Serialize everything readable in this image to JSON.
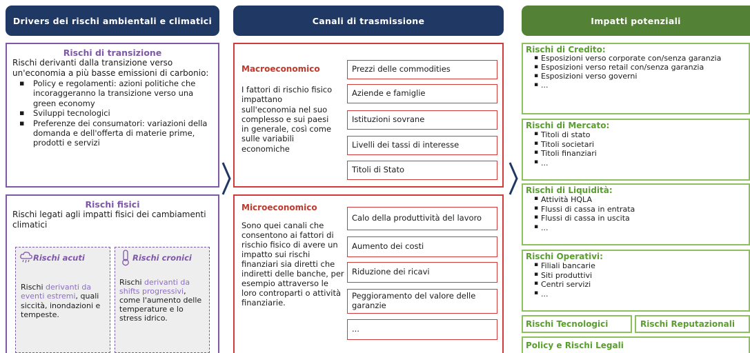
{
  "headers": {
    "drivers": "Drivers dei rischi ambientali e climatici",
    "canali": "Canali di trasmissione",
    "impatti": "Impatti potenziali"
  },
  "transizione": {
    "title": "Rischi di transizione",
    "desc": "Rischi derivanti dalla transizione verso un'economia a più basse emissioni di carbonio:",
    "items": [
      "Policy e regolamenti: azioni politiche che incoraggeranno la transizione verso una green economy",
      "Sviluppi tecnologici",
      "Preferenze dei consumatori: variazioni della domanda e dell'offerta di materie prime, prodotti e servizi"
    ]
  },
  "fisici": {
    "title": "Rischi fisici",
    "desc": "Rischi legati agli impatti fisici dei cambiamenti climatici",
    "acuti": {
      "title": "Rischi acuti",
      "t1": "Rischi",
      "h1": "derivanti da eventi estremi",
      "t2": ", quali siccità, inondazioni e tempeste."
    },
    "cronici": {
      "title": "Rischi cronici",
      "t1": "Rischi",
      "h1": "derivanti da shifts progressivi",
      "t2": ", come l'aumento delle temperature e lo stress idrico."
    }
  },
  "macro": {
    "title": "Macroeconomico",
    "desc": "I fattori di rischio fisico impattano sull'economia nel suo complesso e sui paesi in generale, così come sulle variabili economiche",
    "items": [
      "Prezzi delle commodities",
      "Aziende e famiglie",
      "Istituzioni sovrane",
      "Livelli dei tassi di interesse",
      "Titoli di Stato"
    ]
  },
  "micro": {
    "title": "Microeconomico",
    "desc": "Sono quei canali che consentono ai fattori di rischio fisico di avere un impatto sui rischi finanziari sia diretti che indiretti delle banche, per esempio attraverso le loro controparti o attività finanziarie.",
    "items": [
      "Calo della produttività del lavoro",
      "Aumento dei costi",
      "Riduzione dei ricavi",
      "Peggioramento del valore delle garanzie",
      "..."
    ]
  },
  "impatti": {
    "credito": {
      "title": "Rischi di Credito:",
      "items": [
        "Esposizioni verso corporate con/senza garanzia",
        "Esposizioni verso retail con/senza garanzia",
        "Esposizioni verso governi",
        "..."
      ]
    },
    "mercato": {
      "title": "Rischi di Mercato:",
      "items": [
        "Titoli di stato",
        "Titoli societari",
        "Titoli finanziari",
        "..."
      ]
    },
    "liquidita": {
      "title": "Rischi di Liquidità:",
      "items": [
        "Attività HQLA",
        "Flussi di cassa in entrata",
        "Flussi di cassa in uscita",
        "..."
      ]
    },
    "operativi": {
      "title": "Rischi Operativi:",
      "items": [
        "Filiali bancarie",
        "Siti produttivi",
        "Centri servizi",
        "..."
      ]
    },
    "tecnologici": "Rischi Tecnologici",
    "reputazionali": "Rischi Reputazionali",
    "legali": "Policy e Rischi Legali"
  },
  "colors": {
    "navy": "#1f3864",
    "green": "#538135",
    "purple": "#7e57a6",
    "red": "#d23a3a",
    "light_green": "#8cc05a"
  }
}
